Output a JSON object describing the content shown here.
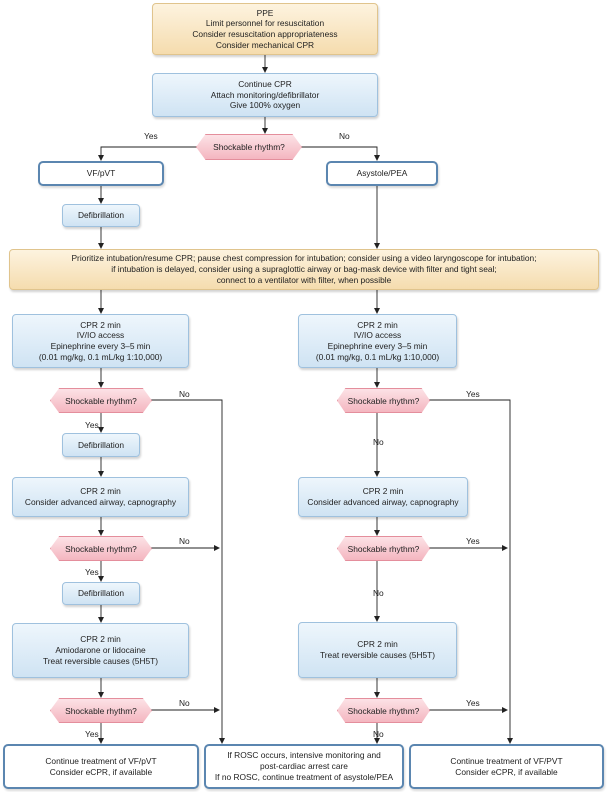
{
  "top_box": [
    "PPE",
    "Limit personnel for resuscitation",
    "Consider resuscitation appropriateness",
    "Consider mechanical CPR"
  ],
  "cpr_box": [
    "Continue CPR",
    "Attach monitoring/defibrillator",
    "Give 100% oxygen"
  ],
  "shockable": "Shockable rhythm?",
  "yes": "Yes",
  "no": "No",
  "vf_pvt": "VF/pVT",
  "asystole_pea": "Asystole/PEA",
  "defibrillation": "Defibrillation",
  "intubation_box": [
    "Prioritize intubation/resume CPR; pause chest compression for intubation; consider using a video laryngoscope for intubation;",
    "if intubation is delayed, consider using a supraglottic airway or bag-mask device with filter and tight seal;",
    "connect to a ventilator with filter, when possible"
  ],
  "cpr_epi_box": [
    "CPR 2 min",
    "IV/IO access",
    "Epinephrine every 3–5 min",
    "(0.01 mg/kg, 0.1 mL/kg 1:10,000)"
  ],
  "cpr_airway_box": [
    "CPR 2 min",
    "Consider advanced airway, capnography"
  ],
  "cpr_amio_box": [
    "CPR 2 min",
    "Amiodarone or lidocaine",
    "Treat reversible causes (5H5T)"
  ],
  "cpr_reversible_box": [
    "CPR 2 min",
    "Treat reversible causes (5H5T)"
  ],
  "bottom_left": [
    "Continue treatment of VF/pVT",
    "Consider eCPR, if available"
  ],
  "bottom_middle": [
    "If ROSC occurs, intensive monitoring and",
    "post-cardiac arrest care",
    "If no ROSC, continue treatment of asystole/PEA"
  ],
  "bottom_right": [
    "Continue treatment of VF/PVT",
    "Consider eCPR, if available"
  ]
}
